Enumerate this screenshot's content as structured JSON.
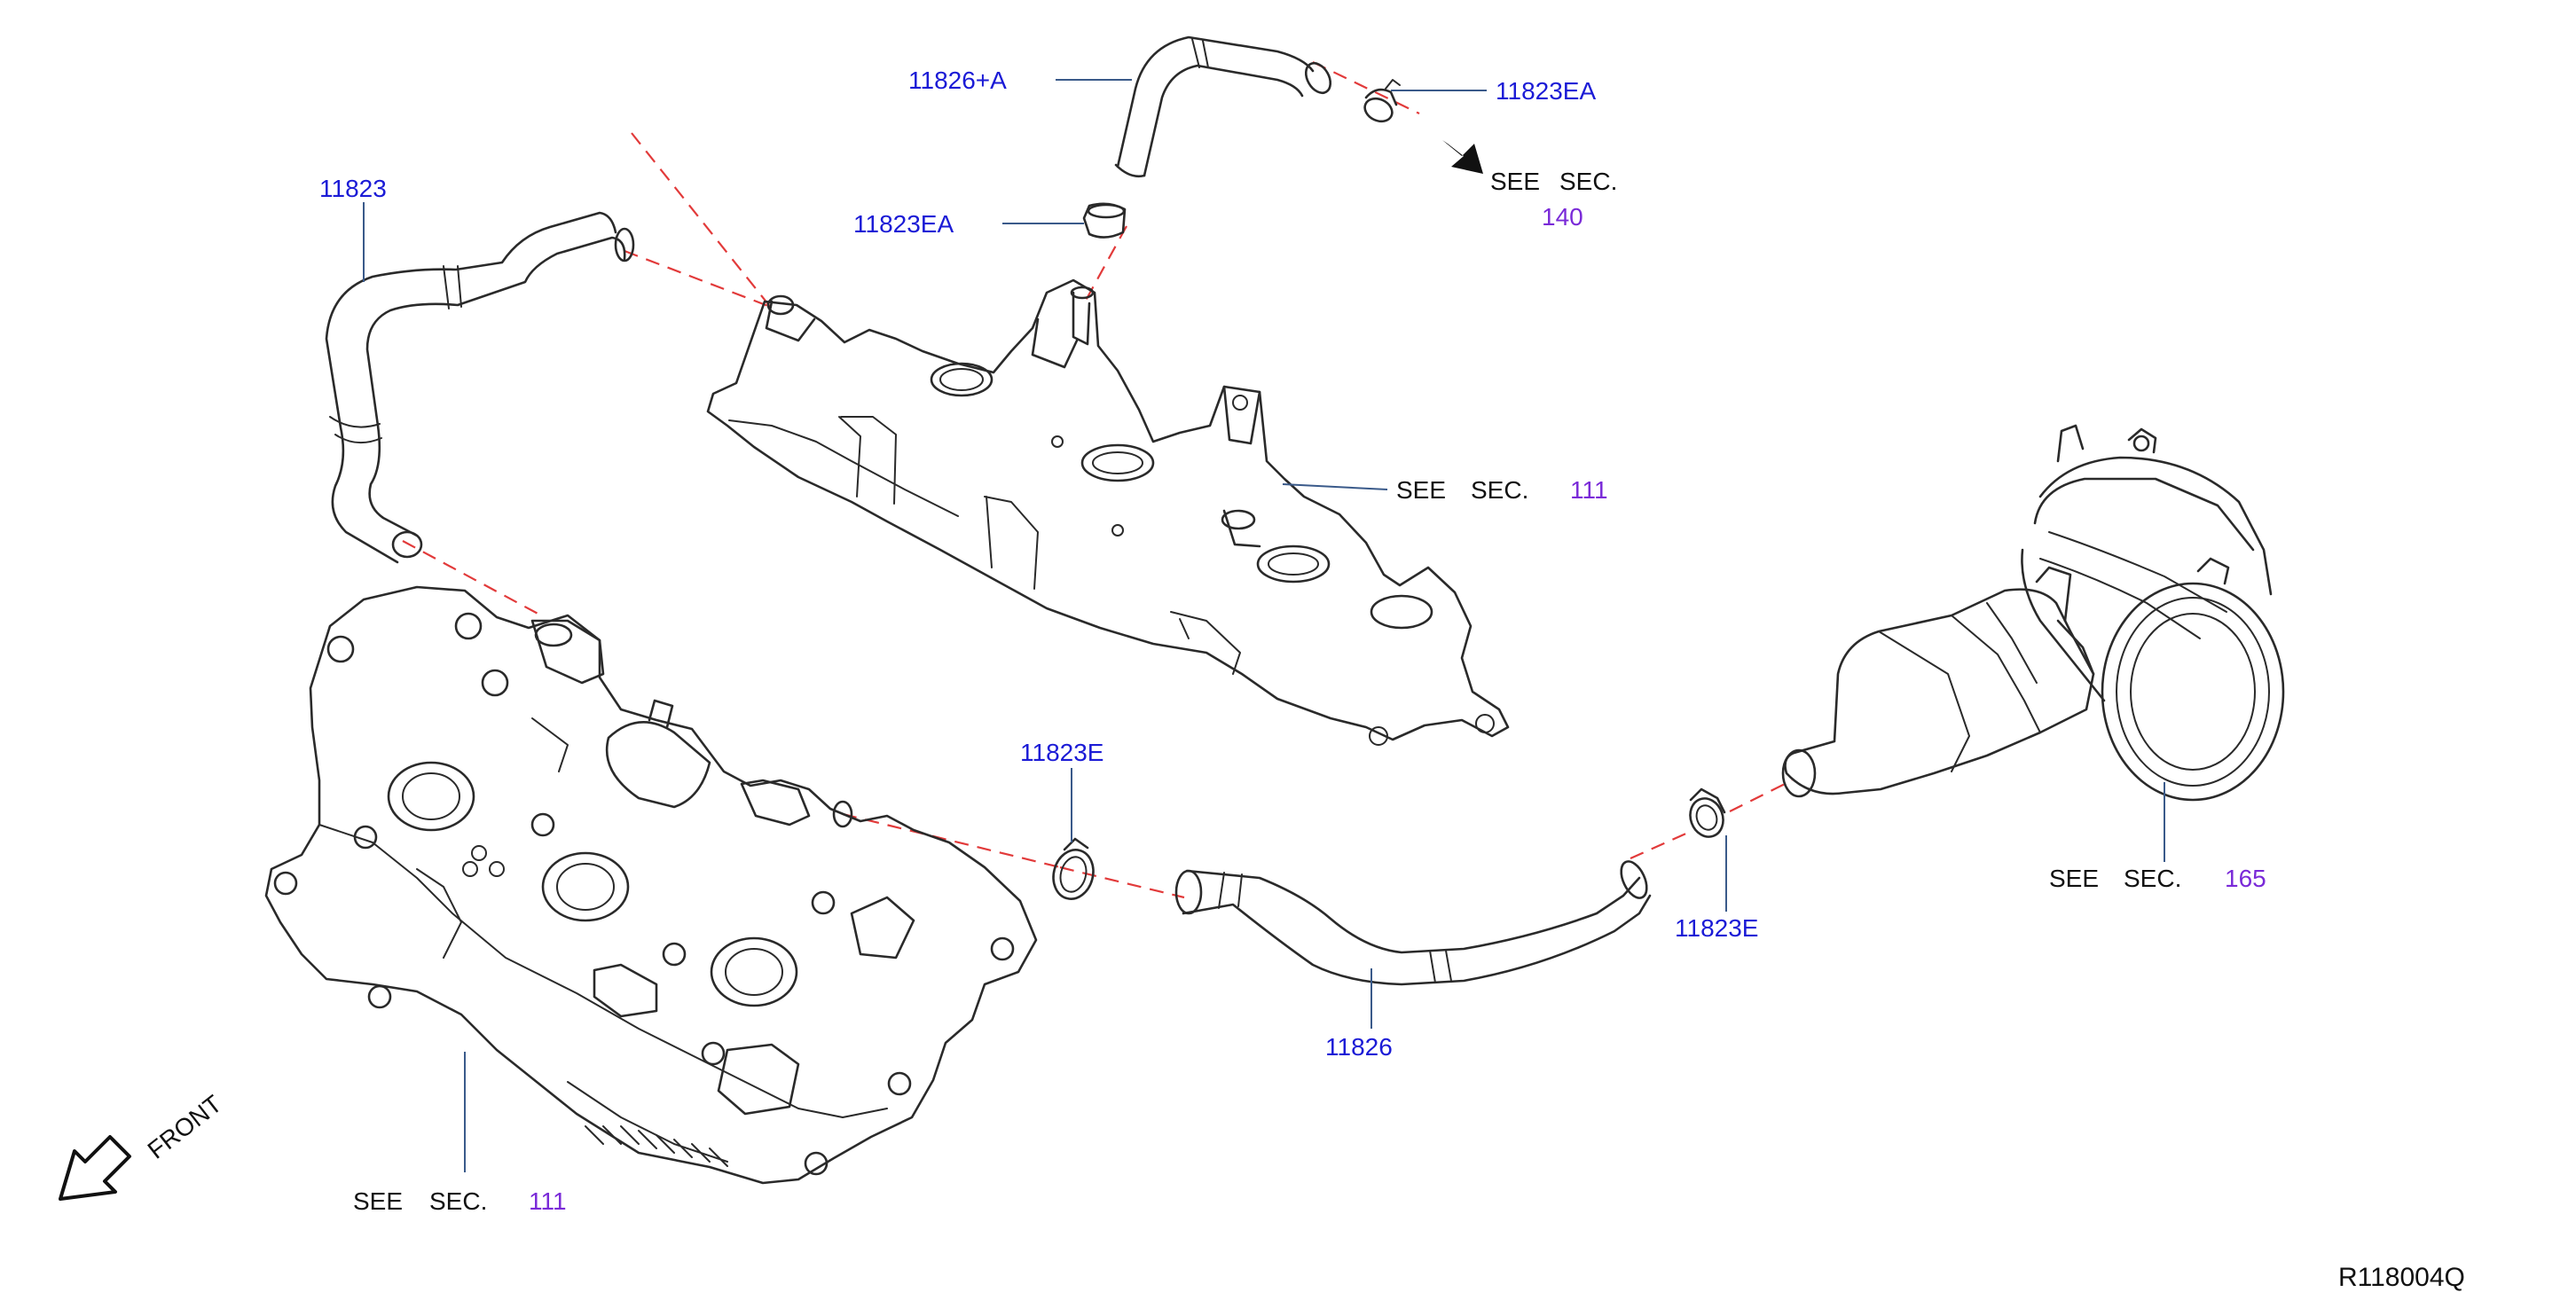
{
  "colors": {
    "part_number": "#1b1bd6",
    "section_number": "#7a2ad8",
    "routing_line": "#e23a3a",
    "leader_line": "#3a5a8a",
    "outline": "#2a2a2a"
  },
  "callouts": {
    "hose_11826a": "11826+A",
    "clamp_11823ea_top": "11823EA",
    "clamp_11823ea_mid": "11823EA",
    "hose_11823": "11823",
    "clamp_11823e_left": "11823E",
    "clamp_11823e_right": "11823E",
    "hose_11826": "11826"
  },
  "references": {
    "see_label": "SEE",
    "sec_label": "SEC.",
    "sec_140": "140",
    "sec_111_upper": "111",
    "sec_111_lower": "111",
    "sec_165": "165"
  },
  "front_label": "FRONT",
  "diagram_code": "R118004Q",
  "icons": {
    "front_arrow": "front-arrow-icon",
    "direction_arrow": "direction-arrow-icon"
  }
}
